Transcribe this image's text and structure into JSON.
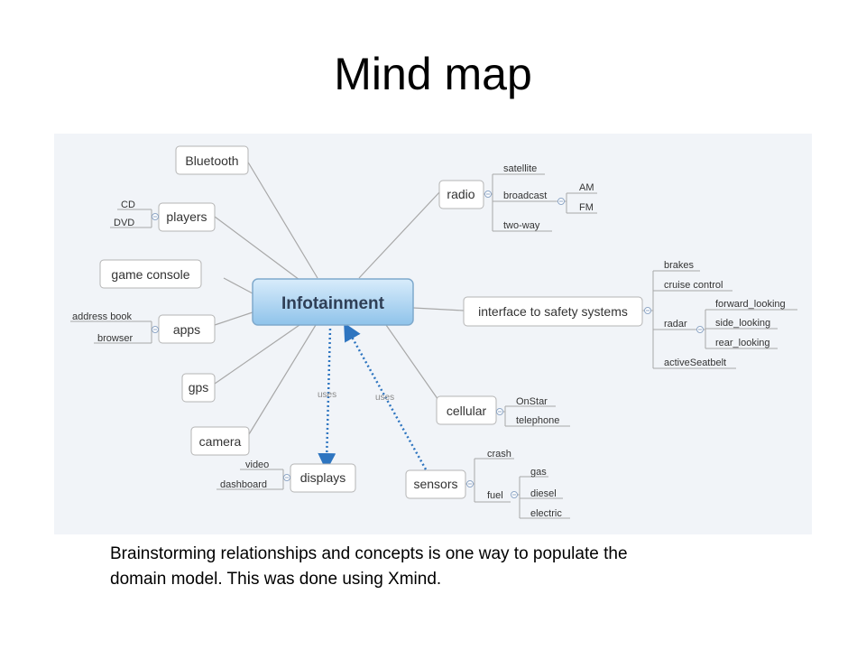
{
  "slide": {
    "title": "Mind map",
    "caption_line1": "Brainstorming relationships and concepts is one way to populate the",
    "caption_line2": "domain model.  This was done using Xmind."
  },
  "mindmap": {
    "central": "Infotainment",
    "relation_label": "uses",
    "topics": {
      "bluetooth": "Bluetooth",
      "players": "players",
      "game_console": "game console",
      "apps": "apps",
      "gps": "gps",
      "camera": "camera",
      "displays": "displays",
      "sensors": "sensors",
      "cellular": "cellular",
      "interface": "interface to safety systems",
      "radio": "radio"
    },
    "subtopics": {
      "cd": "CD",
      "dvd": "DVD",
      "address_book": "address book",
      "browser": "browser",
      "video": "video",
      "dashboard": "dashboard",
      "crash": "crash",
      "fuel": "fuel",
      "gas": "gas",
      "diesel": "diesel",
      "electric": "electric",
      "onstar": "OnStar",
      "telephone": "telephone",
      "brakes": "brakes",
      "cruise_control": "cruise control",
      "radar": "radar",
      "forward_looking": "forward_looking",
      "side_looking": "side_looking",
      "rear_looking": "rear_looking",
      "active_seatbelt": "activeSeatbelt",
      "satellite": "satellite",
      "broadcast": "broadcast",
      "am": "AM",
      "fm": "FM",
      "two_way": "two-way"
    }
  },
  "colors": {
    "panel_background": "#f1f4f8",
    "connector": "#a8a8a8",
    "topic_border": "#b4b4b4",
    "central_fill_top": "#d8ecfb",
    "central_fill_bottom": "#8fc3ea",
    "central_border": "#7fa9cc",
    "relation_arrow": "#2e75c0",
    "collapse_marker": "#8fa7c7"
  }
}
